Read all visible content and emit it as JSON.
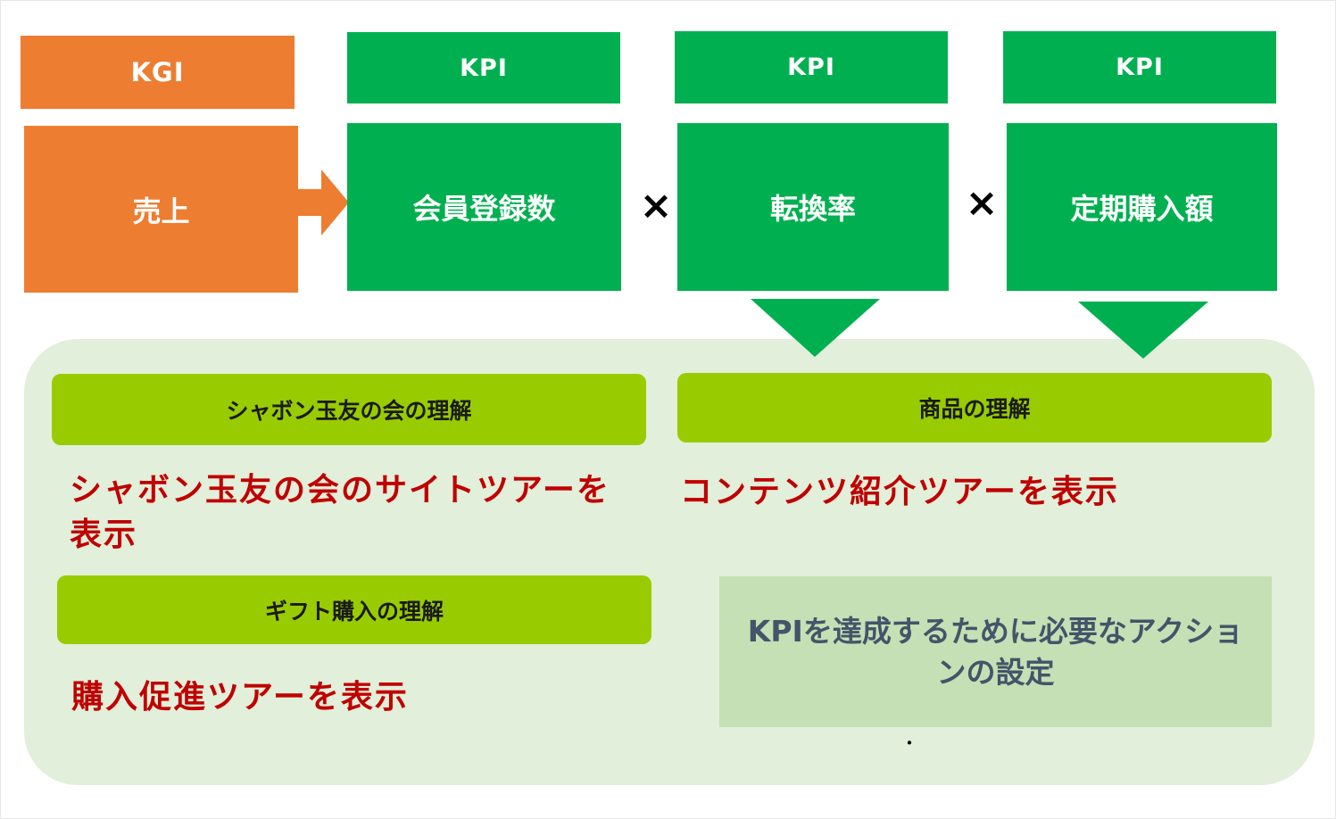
{
  "kgi": {
    "header": "KGI",
    "label": "売上"
  },
  "kpis": [
    {
      "header": "KPI",
      "label": "会員登録数"
    },
    {
      "header": "KPI",
      "label": "転換率"
    },
    {
      "header": "KPI",
      "label": "定期購入額"
    }
  ],
  "operator": "×",
  "understanding": [
    {
      "title": "シャボン玉友の会の理解",
      "action": "シャボン玉友の会のサイトツアーを表示"
    },
    {
      "title": "商品の理解",
      "action": "コンテンツ紹介ツアーを表示"
    },
    {
      "title": "ギフト購入の理解",
      "action": "購入促進ツアーを表示"
    }
  ],
  "note": "KPIを達成するために必要なアクションの設定",
  "dot": "・",
  "colors": {
    "kgi": "#ed7d31",
    "kpi": "#00b050",
    "panel": "#e2efda",
    "theme": "#99cc00",
    "action_text": "#c00000",
    "note_bg": "#c5e0b4",
    "note_text": "#44546a"
  }
}
